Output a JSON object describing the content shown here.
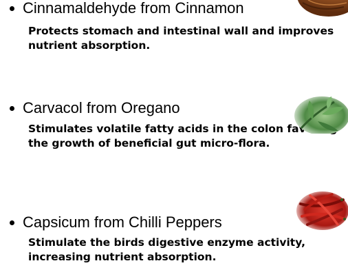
{
  "items": [
    {
      "heading": "Cinnamaldehyde from Cinnamon",
      "description": "Protects stomach and intestinal wall and improves nutrient absorption.",
      "image_icon": "cinnamon-photo"
    },
    {
      "heading": "Carvacol from Oregano",
      "description": "Stimulates volatile fatty acids in the colon favoring the growth of beneficial gut micro-flora.",
      "image_icon": "oregano-photo"
    },
    {
      "heading": "Capsicum from Chilli Peppers",
      "description": "Stimulate the birds digestive enzyme activity, increasing nutrient absorption.",
      "image_icon": "chilli-photo"
    }
  ],
  "colors": {
    "text": "#000000",
    "background": "#ffffff",
    "cinnamon": "#8b4a1c",
    "oregano": "#3f7a3a",
    "chilli": "#c0201a"
  }
}
